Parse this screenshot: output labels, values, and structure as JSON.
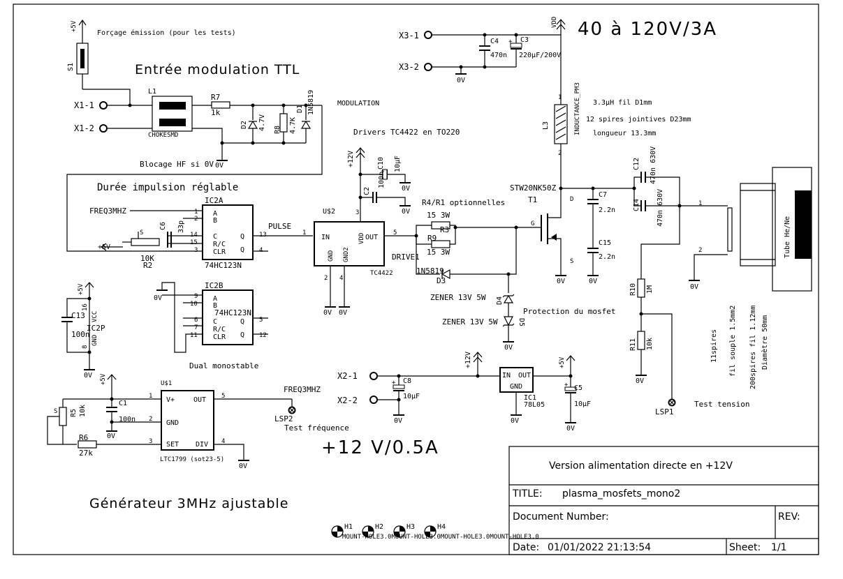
{
  "headings": {
    "forcage": "Forçage émission (pour les tests)",
    "entree": "Entrée modulation TTL",
    "modulation": "MODULATION",
    "drivers": "Drivers TC4422 en TO220",
    "blocage": "Blocage HF si 0V",
    "duree": "Durée impulsion réglable",
    "r4r1": "R4/R1 optionnelles",
    "pulse": "PULSE",
    "drive": "DRIVE1",
    "protection": "Protection du mosfet",
    "dual": "Dual monostable",
    "generateur": "Générateur 3MHz ajustable",
    "test_freq": "Test fréquence",
    "test_tension": "Test tension",
    "voltage_main": "40 à 120V/3A",
    "voltage_12": "+12 V/0.5A",
    "inductance1": "3.3µH    fil D1mm",
    "inductance2": "12 spires jointives D23mm",
    "inductance3": "longueur 13.3mm",
    "tube": "Tube He/Ne",
    "coil1": "11spires",
    "coil2": "fil souple 1.5mm2",
    "coil3": "200spires fil 1.12mm",
    "coil4": "Diamètre 50mm"
  },
  "labels": {
    "s1": "S1",
    "plus5v_s1": "+5V",
    "x11": "X1-1",
    "x12": "X1-2",
    "l1": "L1",
    "chokesmd": "CHOKESMD",
    "r7": "R7",
    "r7v": "1k",
    "d2": "D2",
    "d2v": "4.7V",
    "r8": "R8",
    "r8v": "4.7K",
    "d1": "D1",
    "d1v": "1N5819",
    "gnd1": "0V",
    "x31": "X3-1",
    "x32": "X3-2",
    "c4": "C4",
    "c4v": "470n",
    "c3": "C3",
    "c3v": "220µF/200V",
    "gnd_x3": "0V",
    "vdd": "VDD",
    "l3": "L3",
    "l3v": "INDUCTANCE_PM3",
    "pin1": "1",
    "pin2": "2",
    "plus12a": "+12V",
    "c10": "C10",
    "c10v": "10µF",
    "c2": "C2",
    "c2v": "100n",
    "gnd_c10": "0V",
    "gnd_c2": "0V",
    "r3": "R3",
    "r3v": "15 3W",
    "r9": "R9",
    "r9v": "15 3W",
    "u2": "U$2",
    "in": "IN",
    "out": "OUT",
    "vddp": "VDD",
    "gndp": "GND",
    "gnd2p": "GND2",
    "tc": "TC4422",
    "p1": "1",
    "p5": "5",
    "p3": "3",
    "p2": "2",
    "p4": "4",
    "gnd_u2a": "0V",
    "gnd_u2b": "0V",
    "t1": "T1",
    "t1v": "STW20NK50Z",
    "dpin": "D",
    "gpin": "G",
    "spin": "S",
    "gnd_t1": "0V",
    "c7": "C7",
    "c7v": "2.2n",
    "c15": "C15",
    "c15v": "2.2n",
    "gnd_c": "0V",
    "c12": "C12",
    "c12v": "470n 630V",
    "c14": "C14",
    "c14v": "470n 630V",
    "tp1": "1",
    "tp2": "2",
    "gnd_coil": "0V",
    "r10": "R10",
    "r10v": "1M",
    "r11": "R11",
    "r11v": "10k",
    "gnd_r11": "0V",
    "lsp1": "LSP1",
    "d3": "D3",
    "d3v": "1N5819",
    "d4": "D4",
    "d4v": "ZENER 13V 5W",
    "d5": "D5",
    "d5v": "ZENER 13V 5W",
    "gnd_z": "0V",
    "ic2a": "IC2A",
    "ic2av": "74HC123N",
    "freq": "FREQ3MHZ",
    "pa": "A",
    "pb": "B",
    "pc": "C",
    "prc": "R/C",
    "pclr": "CLR",
    "pq": "Q",
    "pqn": "Q",
    "n1": "1",
    "n2": "2",
    "n14": "14",
    "n15": "15",
    "n3": "3",
    "n13": "13",
    "n4": "4",
    "c6": "C6",
    "c6v": "33p",
    "r2": "R2",
    "r2v": "10K",
    "plus5v_r2": "+5V",
    "mod_in": "MODULATION",
    "ic2b": "IC2B",
    "ic2bv": "74HC123N",
    "gnd_ic2b": "0V",
    "n9": "9",
    "n10": "10",
    "n6": "6",
    "n7": "7",
    "n11": "11",
    "n5": "5",
    "n12": "12",
    "ic2p": "IC2P",
    "vcc": "VCC",
    "gndl": "GND",
    "n16": "16",
    "n8": "8",
    "c13": "C13",
    "c13v": "100n",
    "plus5v_ic2p": "+5V",
    "gnd_ic2p": "0V",
    "u1": "U$1",
    "vplus": "V+",
    "gnd_u1": "GND",
    "set": "SET",
    "div": "DIV",
    "outu1": "OUT",
    "u1p1": "1",
    "u1p2": "2",
    "u1p3": "3",
    "u1p4": "4",
    "u1p5": "5",
    "ltc": "LTC1799 (sot23-5)",
    "c1": "C1",
    "c1v": "100n",
    "gnd_c1": "0V",
    "plus5v_u1": "+5V",
    "r5": "R5",
    "r5v": "10k",
    "r6": "R6",
    "r6v": "27k",
    "gnd_div": "0V",
    "lsp2": "LSP2",
    "freq_out": "FREQ3MHZ",
    "x21": "X2-1",
    "x22": "X2-2",
    "c8": "C8",
    "c8v": "10µF",
    "gnd_c8": "0V",
    "plus12b": "+12V",
    "ic1": "IC1",
    "ic1v": "78L05",
    "inp": "IN",
    "outp": "OUT",
    "gndic1": "GND",
    "gnd_ic1": "0V",
    "plus5v_c5": "+5V",
    "c5": "C5",
    "c5v": "10µF",
    "gnd_c5": "0V",
    "h1": "H1",
    "h2": "H2",
    "h3": "H3",
    "h4": "H4",
    "holes": "MOUNT-HOLE3.0MOUNT-HOLE3.0MOUNT-HOLE3.0MOUNT-HOLE3.0"
  },
  "title_block": {
    "version": "Version alimentation directe en +12V",
    "title_label": "TITLE:",
    "title_value": "plasma_mosfets_mono2",
    "doc_label": "Document Number:",
    "rev_label": "REV:",
    "date_label": "Date:",
    "date_value": "01/01/2022 21:13:54",
    "sheet_label": "Sheet:",
    "sheet_value": "1/1"
  }
}
